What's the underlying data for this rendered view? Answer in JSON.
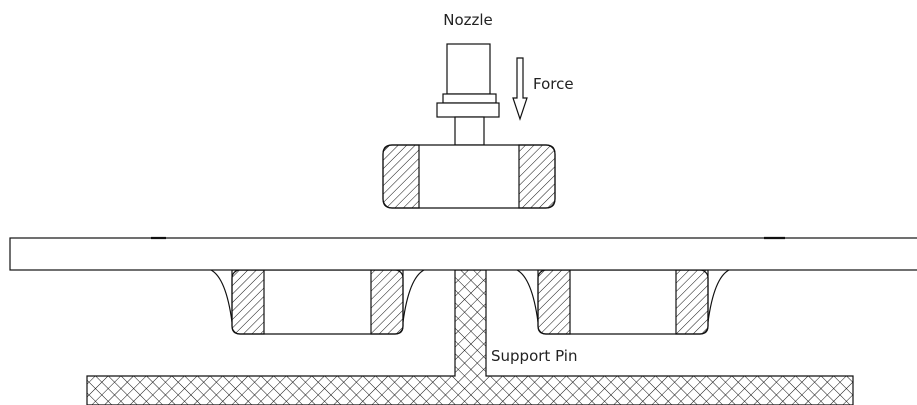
{
  "labels": {
    "nozzle": "Nozzle",
    "force": "Force",
    "support_pin": "Support Pin"
  },
  "colors": {
    "line": "#111111",
    "background": "#ffffff"
  }
}
